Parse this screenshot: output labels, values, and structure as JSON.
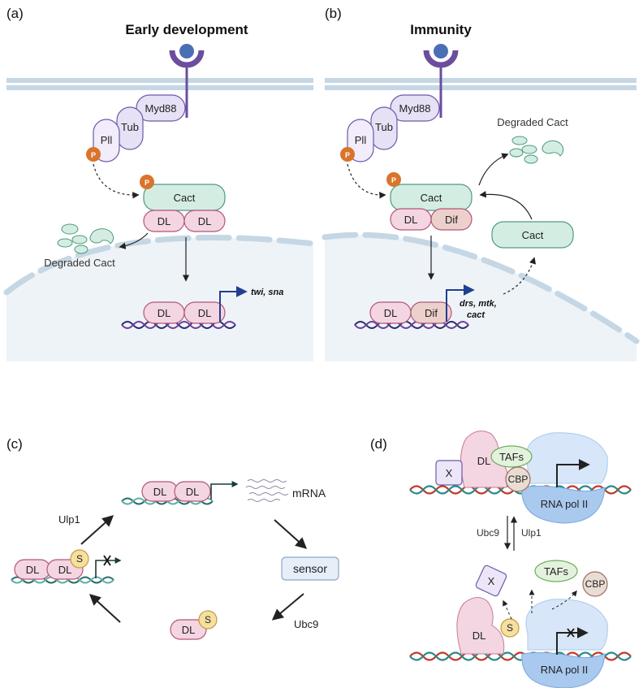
{
  "panels": {
    "a": {
      "label": "(a)",
      "title": "Early development",
      "proteins": {
        "myd88": "Myd88",
        "tub": "Tub",
        "pll": "Pll",
        "p": "P",
        "cact": "Cact",
        "dl1": "DL",
        "dl2": "DL",
        "dl3": "DL",
        "dl4": "DL"
      },
      "degraded": "Degraded Cact",
      "genes": "twi, sna"
    },
    "b": {
      "label": "(b)",
      "title": "Immunity",
      "proteins": {
        "myd88": "Myd88",
        "tub": "Tub",
        "pll": "Pll",
        "p": "P",
        "cact": "Cact",
        "cact_free": "Cact",
        "dl1": "DL",
        "dif1": "Dif",
        "dl2": "DL",
        "dif2": "Dif"
      },
      "degraded": "Degraded Cact",
      "genes_line1": "drs, mtk,",
      "genes_line2": "cact"
    },
    "c": {
      "label": "(c)",
      "top": {
        "dl1": "DL",
        "dl2": "DL"
      },
      "left": {
        "dl1": "DL",
        "dl2": "DL",
        "s": "S"
      },
      "bottom": {
        "dl": "DL",
        "s": "S"
      },
      "mrna": "mRNA",
      "sensor": "sensor",
      "ulp1": "Ulp1",
      "ubc9": "Ubc9"
    },
    "d": {
      "label": "(d)",
      "top": {
        "x": "X",
        "dl": "DL",
        "tafs": "TAFs",
        "cbp": "CBP",
        "rnapol": "RNA pol II"
      },
      "ubc9": "Ubc9",
      "ulp1": "Ulp1",
      "bottom": {
        "x": "X",
        "tafs": "TAFs",
        "cbp": "CBP",
        "dl": "DL",
        "s": "S",
        "rnapol": "RNA pol II"
      }
    }
  },
  "colors": {
    "pink": "#f3d6e1",
    "pink_stroke": "#b5557a",
    "cact": "#d4ede3",
    "cact_stroke": "#4f9a7e",
    "lavender": "#e6e1f5",
    "lavender_stroke": "#6b5aa8",
    "phospho": "#d9742b",
    "sumo": "#f5e0a0",
    "membrane": "#c5d7e4",
    "nucleus": "#eef3f8",
    "arrow_blue": "#1f3f8f",
    "rnapol": "#a9c9ee"
  }
}
